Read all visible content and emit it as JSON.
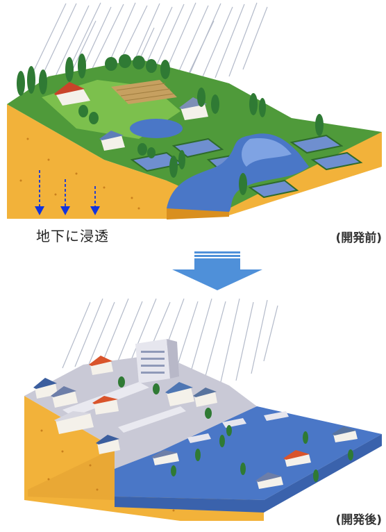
{
  "before": {
    "seepage_label": "地下に浸透",
    "caption": "(開発前)"
  },
  "after": {
    "caption": "(開発後)"
  },
  "colors": {
    "rain": "#9aa3b8",
    "grass": "#4f9a3a",
    "grass_light": "#7cc04d",
    "soil": "#f2b23a",
    "soil_dark": "#d98f1f",
    "water": "#4a77c7",
    "water_light": "#7fa3e3",
    "arrow_blue": "#1133dd",
    "big_arrow": "#4f90d9",
    "pavement": "#c9c9d6",
    "building": "#e6e6ee",
    "roof_red": "#d9542b",
    "roof_blue": "#3b5e9e"
  }
}
